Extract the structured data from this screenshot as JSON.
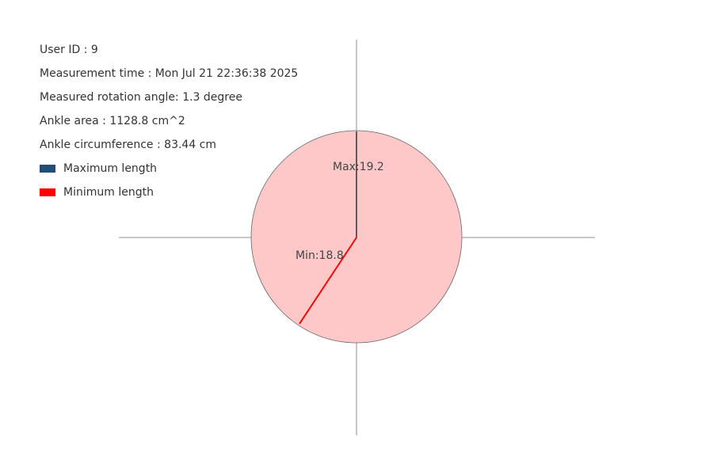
{
  "info": {
    "user_id": "User ID : 9",
    "measurement_time": "Measurement time : Mon Jul 21 22:36:38 2025",
    "rotation_angle": "Measured rotation angle: 1.3 degree",
    "ankle_area": "Ankle area : 1128.8 cm^2",
    "ankle_circumference": "Ankle circumference : 83.44 cm"
  },
  "legend": [
    {
      "label": "Maximum length",
      "color": "#1f4e79"
    },
    {
      "label": "Minimum length",
      "color": "#ff0000"
    }
  ],
  "colors": {
    "axis": "#c8c8c8",
    "fill": "#ffc8c8",
    "outline": "#666666",
    "max_line": "#333333",
    "min_line": "#ff0000"
  },
  "chart_data": {
    "type": "polar-shape",
    "max_label": "Max:19.2",
    "min_label": "Min:18.8",
    "max_length": 19.2,
    "min_length": 18.8,
    "max_direction_deg": 0,
    "min_direction_deg": 213
  }
}
